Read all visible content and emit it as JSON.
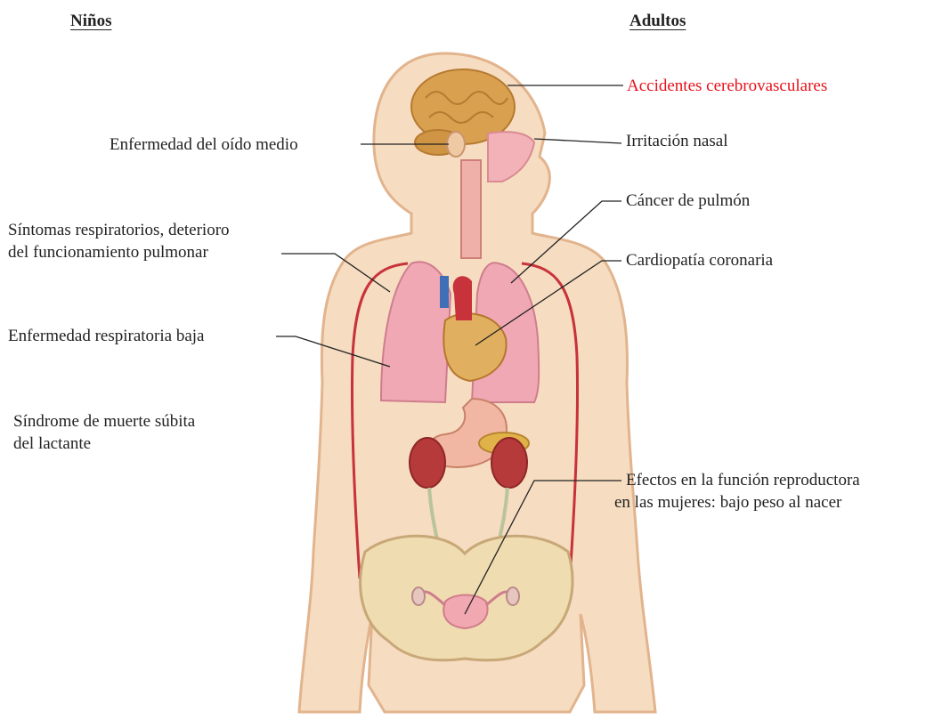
{
  "headers": {
    "left": "Niños",
    "right": "Adultos"
  },
  "labels_children": [
    {
      "lines": [
        "Enfermedad del oído medio"
      ]
    },
    {
      "lines": [
        "Síntomas respiratorios, deterioro",
        "del funcionamiento pulmonar"
      ]
    },
    {
      "lines": [
        "Enfermedad respiratoria baja"
      ]
    },
    {
      "lines": [
        "Síndrome de muerte súbita",
        "del lactante"
      ]
    }
  ],
  "labels_adults": [
    {
      "lines": [
        "Accidentes cerebrovasculares"
      ],
      "color": "#e8111a"
    },
    {
      "lines": [
        "Irritación nasal"
      ]
    },
    {
      "lines": [
        "Cáncer de pulmón"
      ]
    },
    {
      "lines": [
        "Cardiopatía coronaria"
      ]
    },
    {
      "lines": [
        "Efectos en la función reproductora",
        "en las mujeres: bajo peso al nacer"
      ]
    }
  ],
  "colors": {
    "text": "#222222",
    "highlight": "#e8111a",
    "skin": "#f6dcc0",
    "skin_outline": "#e2b48e",
    "lung": "#f0a8b4",
    "artery": "#c8323a",
    "brain": "#d9a050"
  }
}
